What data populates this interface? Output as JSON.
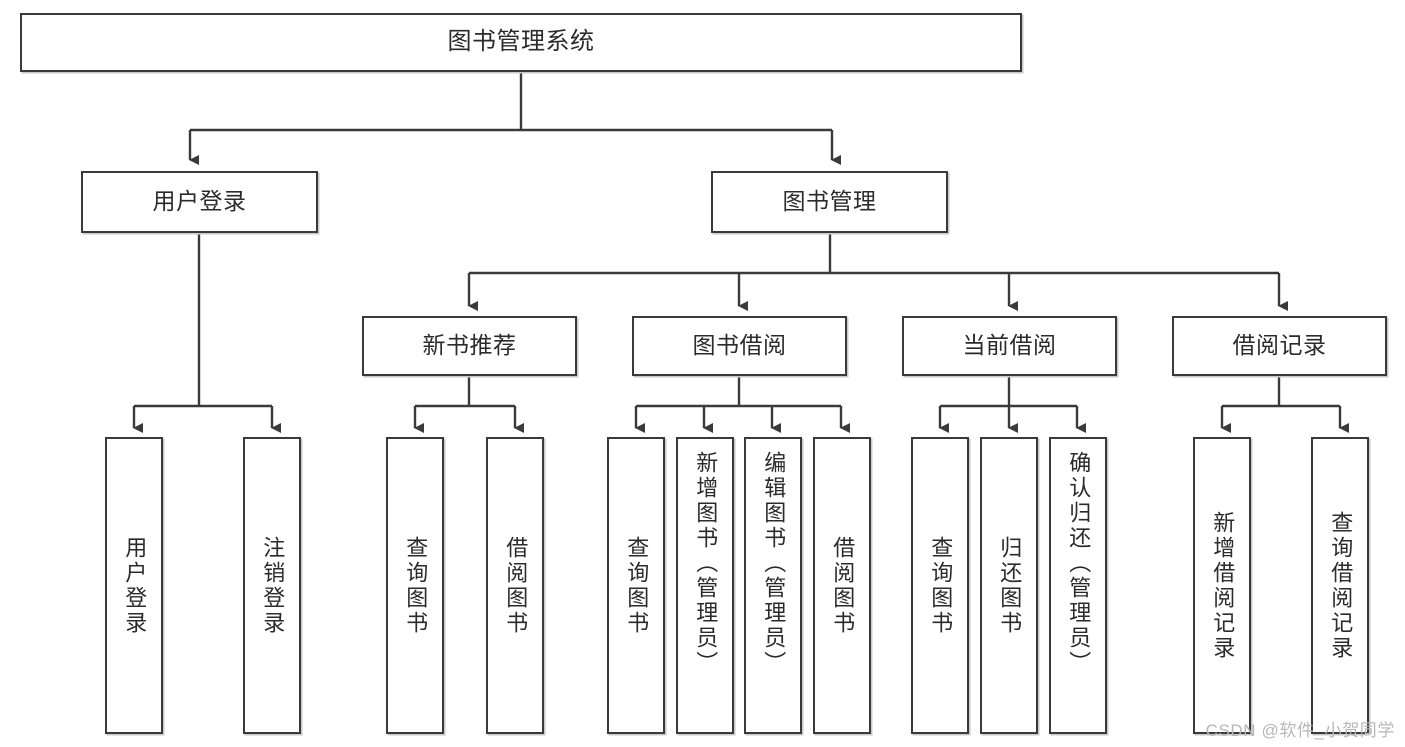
{
  "diagram": {
    "title": "图书管理系统",
    "root": {
      "label": "图书管理系统"
    },
    "level2": [
      {
        "label": "用户登录"
      },
      {
        "label": "图书管理"
      }
    ],
    "level3": [
      {
        "label": "新书推荐"
      },
      {
        "label": "图书借阅"
      },
      {
        "label": "当前借阅"
      },
      {
        "label": "借阅记录"
      }
    ],
    "leaves": [
      {
        "label": "用户登录",
        "parent": "用户登录"
      },
      {
        "label": "注销登录",
        "parent": "用户登录"
      },
      {
        "label": "查询图书",
        "parent": "新书推荐"
      },
      {
        "label": "借阅图书",
        "parent": "新书推荐"
      },
      {
        "label": "查询图书",
        "parent": "图书借阅"
      },
      {
        "label": "新增图书（管理员）",
        "parent": "图书借阅"
      },
      {
        "label": "编辑图书（管理员）",
        "parent": "图书借阅"
      },
      {
        "label": "借阅图书",
        "parent": "图书借阅"
      },
      {
        "label": "查询图书",
        "parent": "当前借阅"
      },
      {
        "label": "归还图书",
        "parent": "当前借阅"
      },
      {
        "label": "确认归还（管理员）",
        "parent": "当前借阅"
      },
      {
        "label": "新增借阅记录",
        "parent": "借阅记录"
      },
      {
        "label": "查询借阅记录",
        "parent": "借阅记录"
      }
    ],
    "watermark": "CSDN @软件_小贺同学",
    "colors": {
      "border": "#3a3a3a",
      "text": "#2b2b2b",
      "background": "#ffffff",
      "shadow": "#c9c9c9",
      "watermark": "#b7b7b7"
    }
  }
}
